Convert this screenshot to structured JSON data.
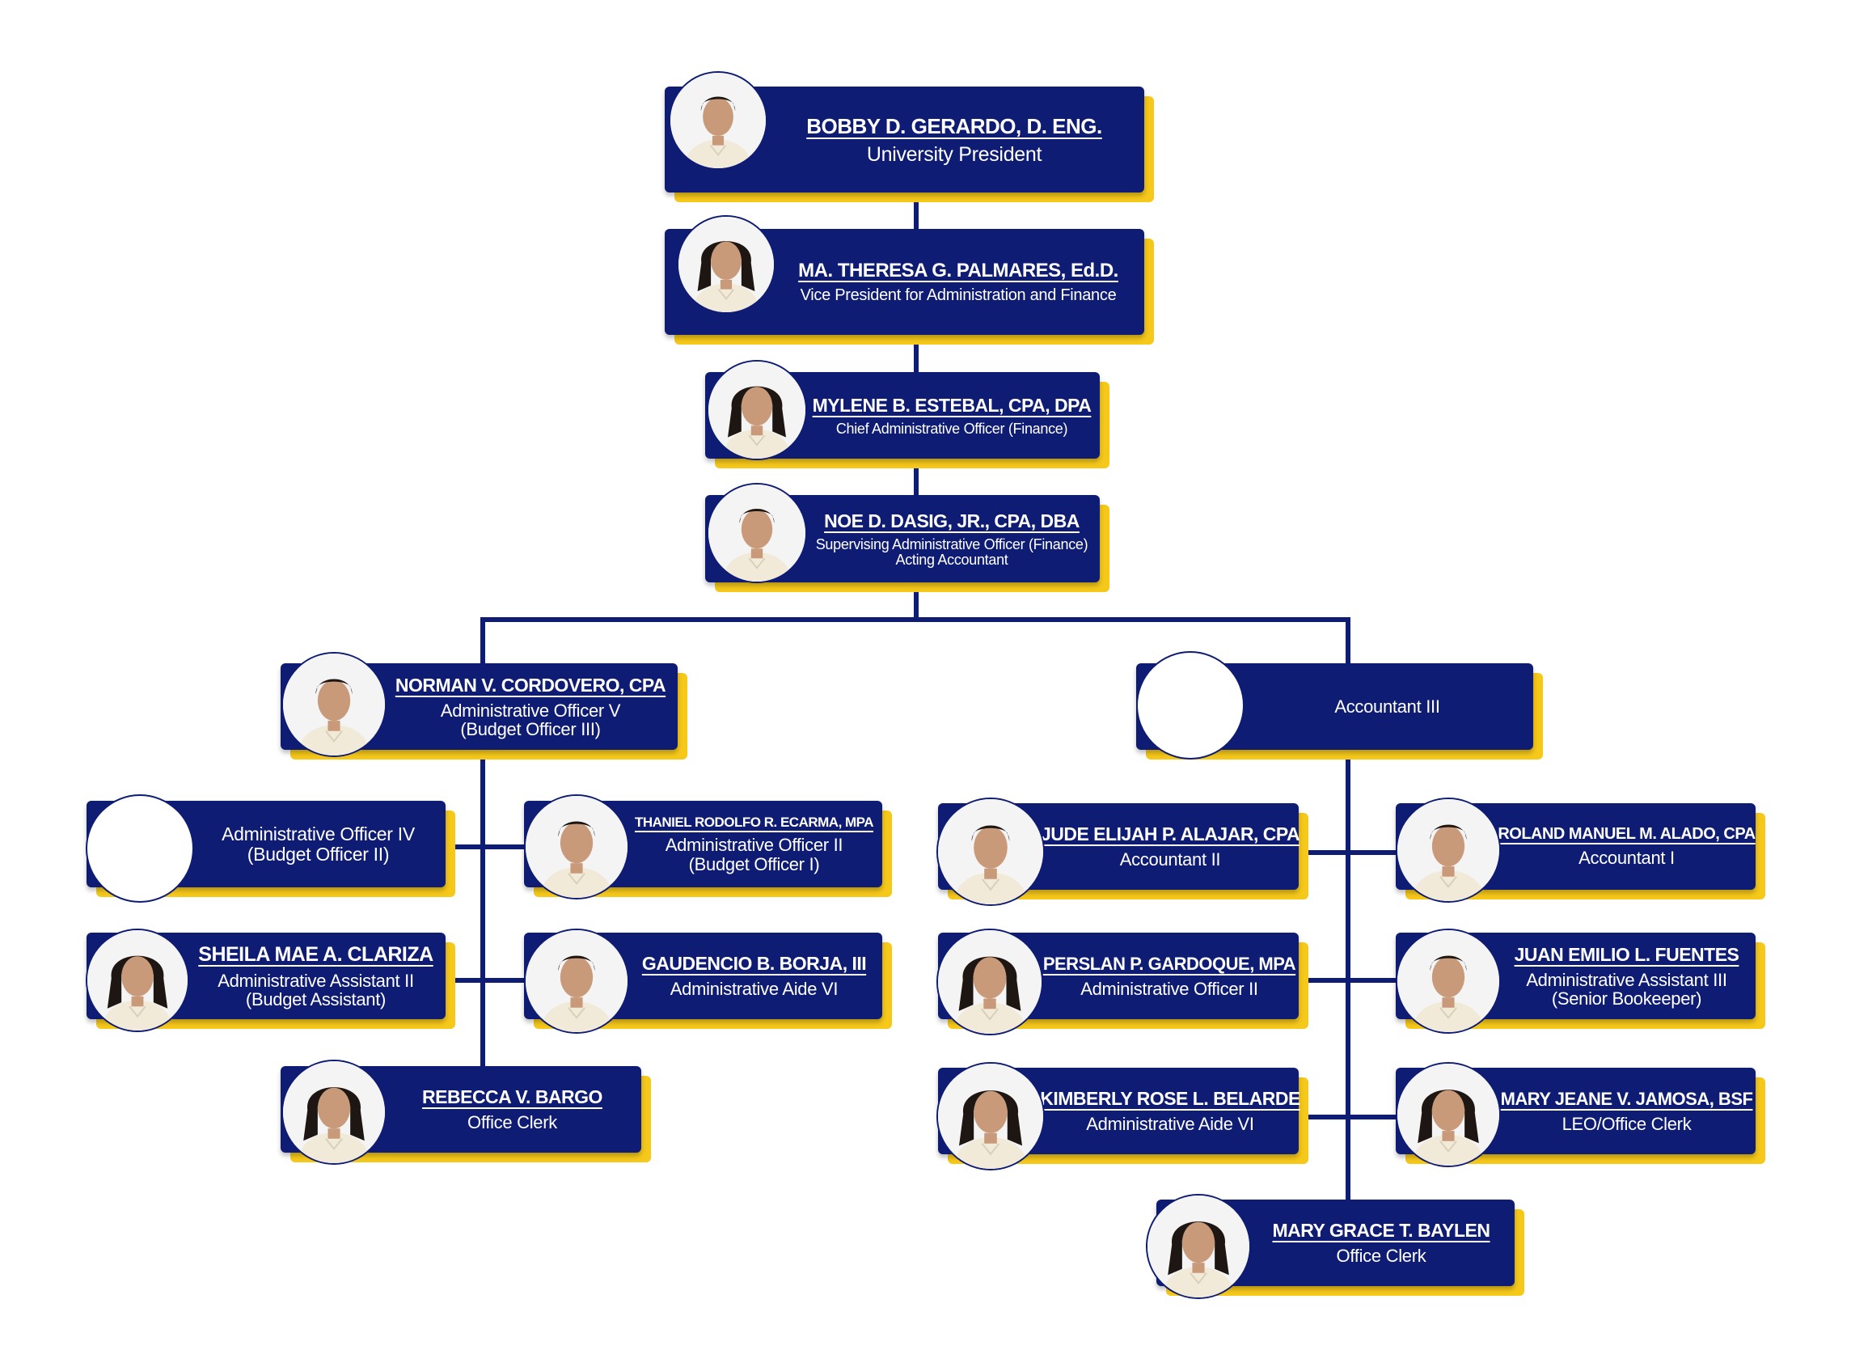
{
  "colors": {
    "card_fill": "#0f1c74",
    "card_accent": "#f5c81a",
    "connector": "#0f1c74",
    "text": "#ffffff"
  },
  "nodes": {
    "president": {
      "name": "BOBBY D. GERARDO, D. ENG.",
      "pos1": "University President",
      "pos2": "",
      "photo": "portrait-male"
    },
    "vp_admin": {
      "name": "MA. THERESA G. PALMARES, Ed.D.",
      "pos1": "Vice President for Administration and Finance",
      "pos2": "",
      "photo": "portrait-female"
    },
    "cao_finance": {
      "name": "MYLENE B. ESTEBAL, CPA, DPA",
      "pos1": "Chief Administrative Officer (Finance)",
      "pos2": "",
      "photo": "portrait-female"
    },
    "sao_finance": {
      "name": "NOE D. DASIG, JR., CPA, DBA",
      "pos1": "Supervising Administrative Officer (Finance)",
      "pos2": "Acting Accountant",
      "photo": "portrait-male"
    },
    "budget_officer_iii": {
      "name": "NORMAN V. CORDOVERO, CPA",
      "pos1": "Administrative Officer V",
      "pos2": "(Budget Officer III)",
      "photo": "portrait-male"
    },
    "accountant_iii": {
      "name": "",
      "pos1": "Accountant III",
      "pos2": "",
      "photo": "empty"
    },
    "budget_officer_ii": {
      "name": "",
      "pos1": "Administrative Officer IV",
      "pos2": "(Budget Officer II)",
      "photo": "empty"
    },
    "budget_officer_i": {
      "name": "THANIEL RODOLFO R. ECARMA, MPA",
      "pos1": "Administrative Officer II",
      "pos2": "(Budget Officer I)",
      "photo": "portrait-male"
    },
    "budget_assistant": {
      "name": "SHEILA MAE A. CLARIZA",
      "pos1": "Administrative Assistant II",
      "pos2": "(Budget Assistant)",
      "photo": "portrait-female"
    },
    "admin_aide_budget": {
      "name": "GAUDENCIO B. BORJA, III",
      "pos1": "Administrative Aide VI",
      "pos2": "",
      "photo": "portrait-male"
    },
    "office_clerk_budget": {
      "name": "REBECCA V. BARGO",
      "pos1": "Office Clerk",
      "pos2": "",
      "photo": "portrait-female"
    },
    "accountant_ii": {
      "name": "JUDE ELIJAH P. ALAJAR, CPA",
      "pos1": "Accountant II",
      "pos2": "",
      "photo": "portrait-male"
    },
    "accountant_i": {
      "name": "ROLAND MANUEL M. ALADO, CPA",
      "pos1": "Accountant I",
      "pos2": "",
      "photo": "portrait-male"
    },
    "admin_officer_ii_acct": {
      "name": "PERSLAN P. GARDOQUE, MPA",
      "pos1": "Administrative Officer II",
      "pos2": "",
      "photo": "portrait-female"
    },
    "senior_bookkeeper": {
      "name": "JUAN EMILIO L. FUENTES",
      "pos1": "Administrative Assistant III",
      "pos2": "(Senior Bookeeper)",
      "photo": "portrait-male"
    },
    "admin_aide_acct": {
      "name": "KIMBERLY ROSE L. BELARDE",
      "pos1": "Administrative Aide VI",
      "pos2": "",
      "photo": "portrait-female"
    },
    "leo_office_clerk": {
      "name": "MARY JEANE V. JAMOSA, BSF",
      "pos1": "LEO/Office Clerk",
      "pos2": "",
      "photo": "portrait-female"
    },
    "office_clerk_acct": {
      "name": "MARY GRACE T. BAYLEN",
      "pos1": "Office Clerk",
      "pos2": "",
      "photo": "portrait-female"
    }
  }
}
